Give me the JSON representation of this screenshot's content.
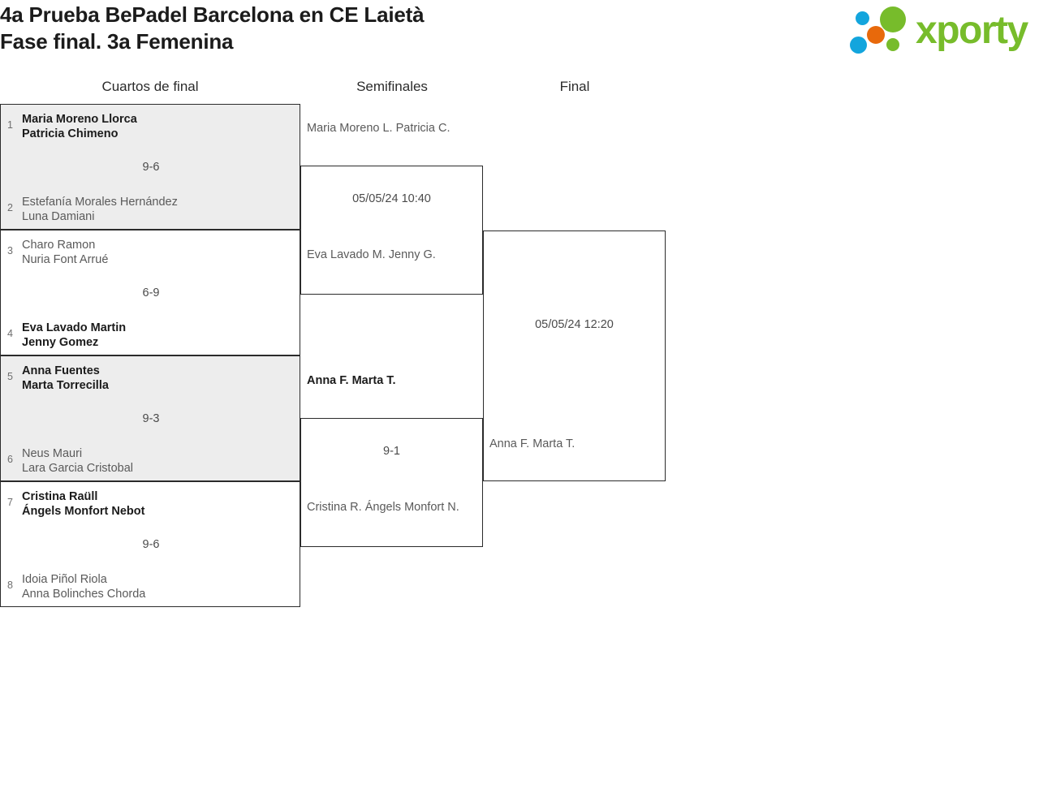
{
  "header": {
    "title_line1": "4a Prueba BePadel Barcelona en CE Laietà",
    "title_line2": "Fase final. 3a Femenina",
    "logo_text": "xporty"
  },
  "rounds": [
    {
      "label": "Cuartos de final"
    },
    {
      "label": "Semifinales"
    },
    {
      "label": "Final"
    }
  ],
  "quarterfinals": [
    {
      "seed_top": "1",
      "top_p1": "Maria Moreno Llorca",
      "top_p2": "Patricia Chimeno",
      "score": "9-6",
      "seed_bot": "2",
      "bot_p1": "Estefanía Morales Hernández",
      "bot_p2": "Luna Damiani"
    },
    {
      "seed_top": "3",
      "top_p1": "Charo Ramon",
      "top_p2": "Nuria Font Arrué",
      "score": "6-9",
      "seed_bot": "4",
      "bot_p1": "Eva Lavado Martin",
      "bot_p2": "Jenny Gomez"
    },
    {
      "seed_top": "5",
      "top_p1": "Anna Fuentes",
      "top_p2": "Marta Torrecilla",
      "score": "9-3",
      "seed_bot": "6",
      "bot_p1": "Neus Mauri",
      "bot_p2": "Lara Garcia Cristobal"
    },
    {
      "seed_top": "7",
      "top_p1": "Cristina Raüll",
      "top_p2": "Ángels Monfort Nebot",
      "score": "9-6",
      "seed_bot": "8",
      "bot_p1": "Idoia Piñol Riola",
      "bot_p2": "Anna Bolinches Chorda"
    }
  ],
  "semifinals": [
    {
      "top_p1": "Maria Moreno L.",
      "top_p2": "Patricia C.",
      "score": "05/05/24 10:40",
      "bot_p1": "Eva Lavado M.",
      "bot_p2": "Jenny G."
    },
    {
      "top_p1": "Anna F.",
      "top_p2": "Marta T.",
      "score": "9-1",
      "bot_p1": "Cristina R.",
      "bot_p2": "Ángels Monfort N."
    }
  ],
  "final": {
    "top_p1": "",
    "top_p2": "",
    "score": "05/05/24 12:20",
    "bot_p1": "Anna F.",
    "bot_p2": "Marta T."
  },
  "colors": {
    "shaded_row": "#ededed",
    "border": "#2b2b2b",
    "winner_text": "#1b1b1b",
    "loser_text": "#5a5a5a",
    "logo_green": "#77bc2b",
    "logo_blue": "#13a5dd",
    "logo_orange": "#e8690b"
  }
}
